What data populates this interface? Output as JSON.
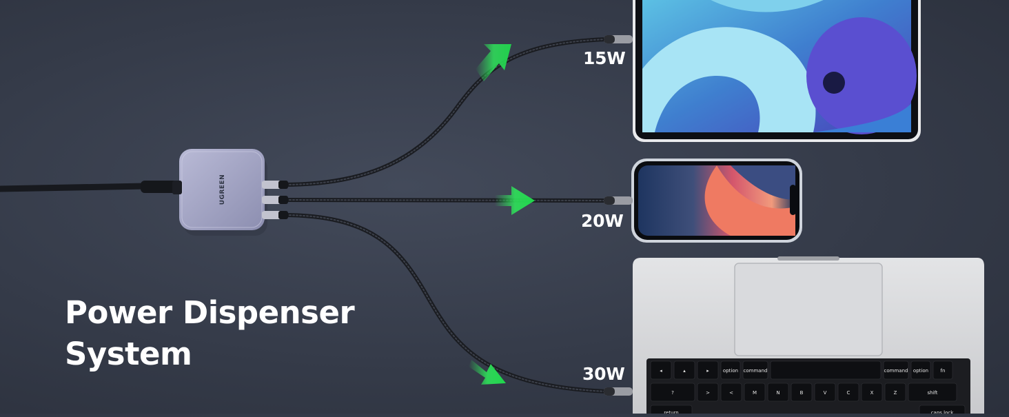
{
  "headline": {
    "line1": "Power Dispenser",
    "line2": "System"
  },
  "outputs": [
    {
      "device": "tablet",
      "watt": "15W"
    },
    {
      "device": "phone",
      "watt": "20W"
    },
    {
      "device": "laptop",
      "watt": "30W"
    }
  ],
  "charger": {
    "brand": "UGREEN"
  },
  "keyboard": {
    "row1": [
      "◂",
      "▴",
      "▸",
      "option",
      "command",
      "",
      "command",
      "option",
      "fn"
    ],
    "row2": [
      "?",
      ">",
      "<",
      "M",
      "N",
      "B",
      "V",
      "C",
      "X",
      "Z",
      "shift"
    ],
    "row3": [
      "return",
      "caps lock"
    ]
  },
  "colors": {
    "arrow": "#2fe25a",
    "background": "#363c4a",
    "charger": "#a8a9c6",
    "laptop": "#d7d8da"
  }
}
